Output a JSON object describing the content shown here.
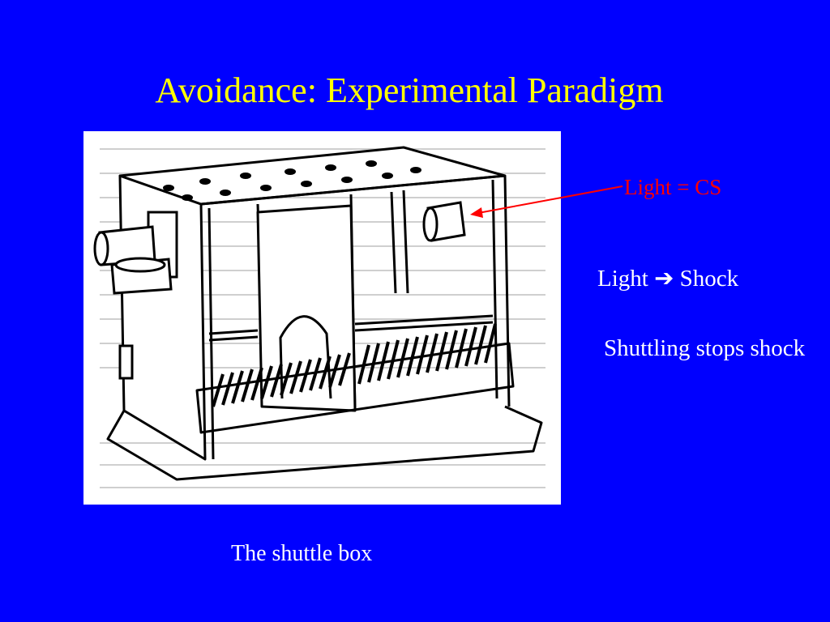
{
  "slide": {
    "title": "Avoidance: Experimental Paradigm",
    "caption": "The shuttle box"
  },
  "labels": {
    "cs": "Light = CS",
    "light_shock_before": "Light ",
    "light_shock_arrow": "➔",
    "light_shock_after": " Shock",
    "shuttling": "Shuttling stops shock"
  },
  "colors": {
    "background": "#0000ff",
    "title": "#ffff00",
    "cs_label": "#ff0000",
    "body_text": "#ffffff"
  },
  "figure": {
    "icon": "shuttle-box-drawing",
    "chambers": 2
  }
}
